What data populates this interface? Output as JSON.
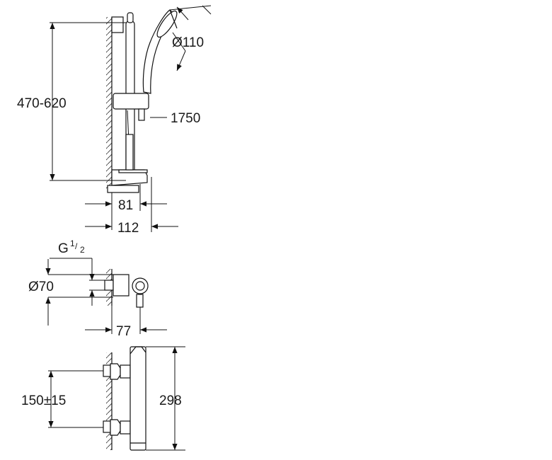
{
  "dimensions": {
    "bar_height": "470-620",
    "head_diameter": "Ø110",
    "hose_length": "1750",
    "bar_depth": "81",
    "bar_total_depth": "112",
    "thread": "G",
    "thread_num": "1",
    "thread_den": "2",
    "mixer_diameter": "Ø70",
    "mixer_depth": "77",
    "inlet_spacing": "150±15",
    "mixer_height": "298"
  }
}
